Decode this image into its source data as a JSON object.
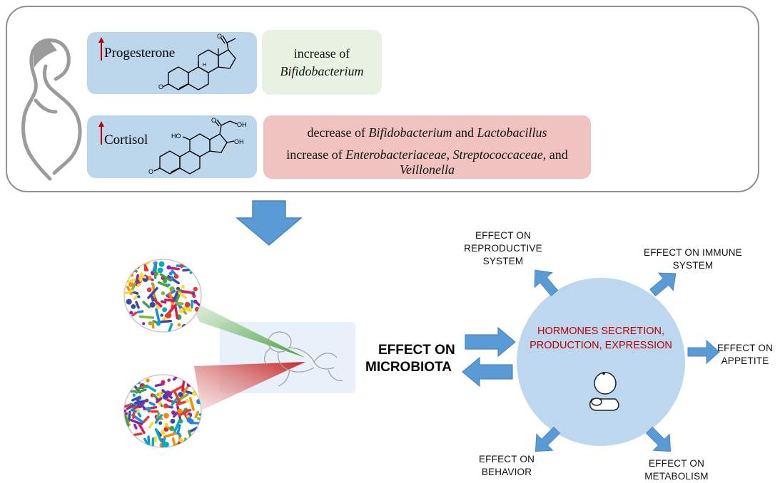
{
  "top": {
    "progesterone": {
      "name": "Progesterone",
      "effect_line1": "increase of",
      "effect_line2": "Bifidobacterium"
    },
    "cortisol": {
      "name": "Cortisol",
      "line1_a": "decrease of ",
      "line1_b": "Bifidobacterium",
      "line1_c": " and ",
      "line1_d": "Lactobacillus",
      "line2_a": "increase of ",
      "line2_b": "Enterobacteriaceae, Streptococcaceae,",
      "line2_c": " and",
      "line3": "Veillonella"
    },
    "chem_labels": {
      "o1": "O",
      "o2": "O",
      "o3": "O",
      "o4": "O",
      "ho": "HO",
      "oh1": "OH",
      "oh2": "OH",
      "h": "H"
    }
  },
  "center": {
    "label_line1": "EFFECT ON",
    "label_line2": "MICROBIOTA",
    "hormones_line1": "HORMONES SECRETION,",
    "hormones_line2": "PRODUCTION, EXPRESSION"
  },
  "effects": {
    "reproductive": [
      "EFFECT ON",
      "REPRODUCTIVE",
      "SYSTEM"
    ],
    "immune": [
      "EFFECT ON IMMUNE",
      "SYSTEM"
    ],
    "appetite": [
      "EFFECT ON",
      "APPETITE"
    ],
    "metabolism": [
      "EFFECT ON",
      "METABOLISM"
    ],
    "behavior": [
      "EFFECT ON",
      "BEHAVIOR"
    ]
  },
  "colors": {
    "box_blue": "#bcd6ec",
    "box_green": "#e9f1e2",
    "box_pink": "#f0c3c1",
    "arrow_blue": "#5b9bd5",
    "circle_blue": "#bdd7ee",
    "hormone_text_red": "#c00000",
    "up_arrow_red": "#c00000"
  }
}
